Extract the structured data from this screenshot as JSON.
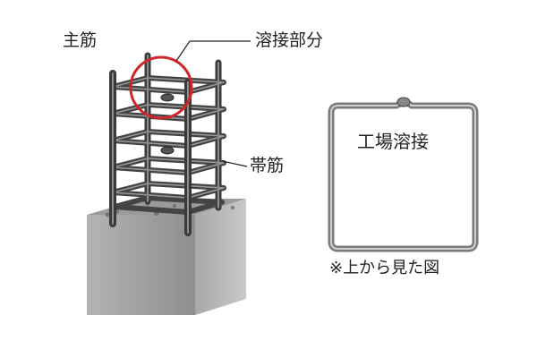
{
  "labels": {
    "main_bar": "主筋",
    "welded_part": "溶接部分",
    "hoop": "帯筋",
    "factory_weld": "工場溶接",
    "top_view_note": "※上から見た図"
  },
  "colors": {
    "highlight_circle": "#d0262a",
    "rebar": "#4a4a4a",
    "concrete": "#a3a3a3",
    "hoop_outline": "#7a7a7a"
  }
}
